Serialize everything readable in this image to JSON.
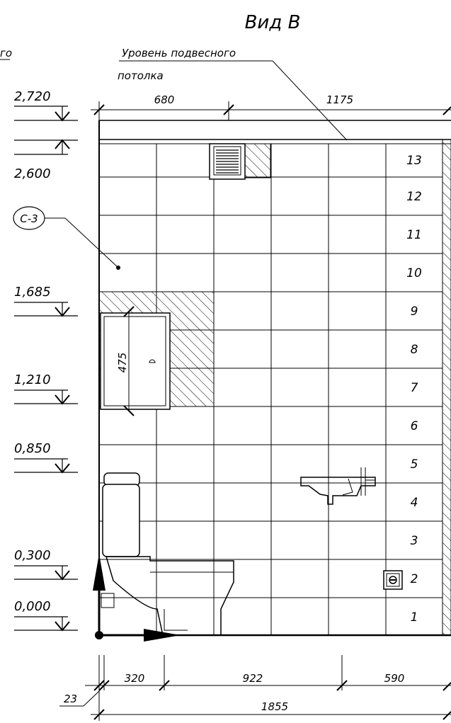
{
  "title": "Вид В",
  "ceiling_label": {
    "line1": "Уровень подвесного",
    "line2": "потолка"
  },
  "left_edge_text": "го",
  "tag": "С-3",
  "dims_top": [
    "680",
    "1175"
  ],
  "dims_bottom": [
    "320",
    "922",
    "590"
  ],
  "dim_total": "1855",
  "dim_offset": "23",
  "dim_vertical": "475",
  "levels": [
    {
      "label": "2,720",
      "dir": "down"
    },
    {
      "label": "2,600",
      "dir": "up"
    },
    {
      "label": "1,685",
      "dir": "down"
    },
    {
      "label": "1,210",
      "dir": "down"
    },
    {
      "label": "0,850",
      "dir": "down"
    },
    {
      "label": "0,300",
      "dir": "down"
    },
    {
      "label": "0,000",
      "dir": "down"
    }
  ],
  "row_numbers": [
    "13",
    "12",
    "11",
    "10",
    "9",
    "8",
    "7",
    "6",
    "5",
    "4",
    "3",
    "2",
    "1"
  ]
}
